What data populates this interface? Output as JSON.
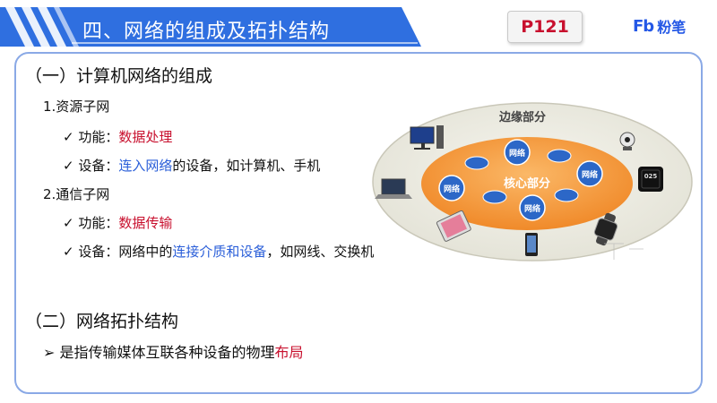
{
  "header": {
    "title": "四、网络的组成及拓扑结构",
    "page_ref": "P121",
    "logo_mark": "Fb",
    "logo_text": "粉笔"
  },
  "section1": {
    "title": "（一）计算机网络的组成",
    "resource": {
      "heading": "1.资源子网",
      "function_prefix": "功能：",
      "function_value": "数据处理",
      "device_prefix": "设备：",
      "device_highlight": "连入网络",
      "device_suffix": "的设备，如计算机、手机"
    },
    "comm": {
      "heading": "2.通信子网",
      "function_prefix": "功能：",
      "function_value": "数据传输",
      "device_prefix": "设备：网络中的",
      "device_highlight": "连接介质和设备",
      "device_suffix": "，如网线、交换机"
    }
  },
  "section2": {
    "title": "（二）网络拓扑结构",
    "bullet_prefix": "是指传输媒体互联各种设备的物理",
    "bullet_highlight": "布局"
  },
  "diagram": {
    "edge_label": "边缘部分",
    "core_label": "核心部分",
    "net_label": "网络",
    "watch_time": "025"
  },
  "colors": {
    "banner": "#2f6fe0",
    "accent_red": "#c8102e",
    "accent_blue": "#2b5fd9",
    "core_orange": "#f39a3c",
    "edge_fill": "#ebeadf"
  }
}
